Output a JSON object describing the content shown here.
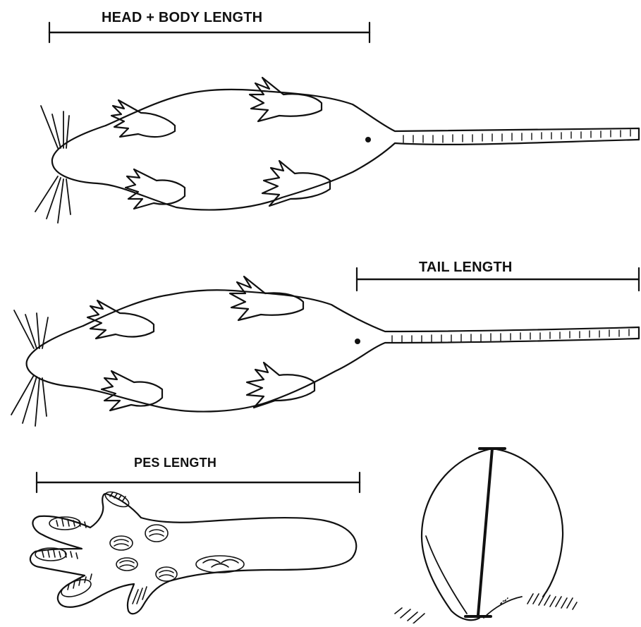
{
  "labels": {
    "head_body": "HEAD + BODY LENGTH",
    "tail": "TAIL LENGTH",
    "pes": "PES LENGTH"
  },
  "colors": {
    "ink": "#111111",
    "background": "#ffffff"
  }
}
